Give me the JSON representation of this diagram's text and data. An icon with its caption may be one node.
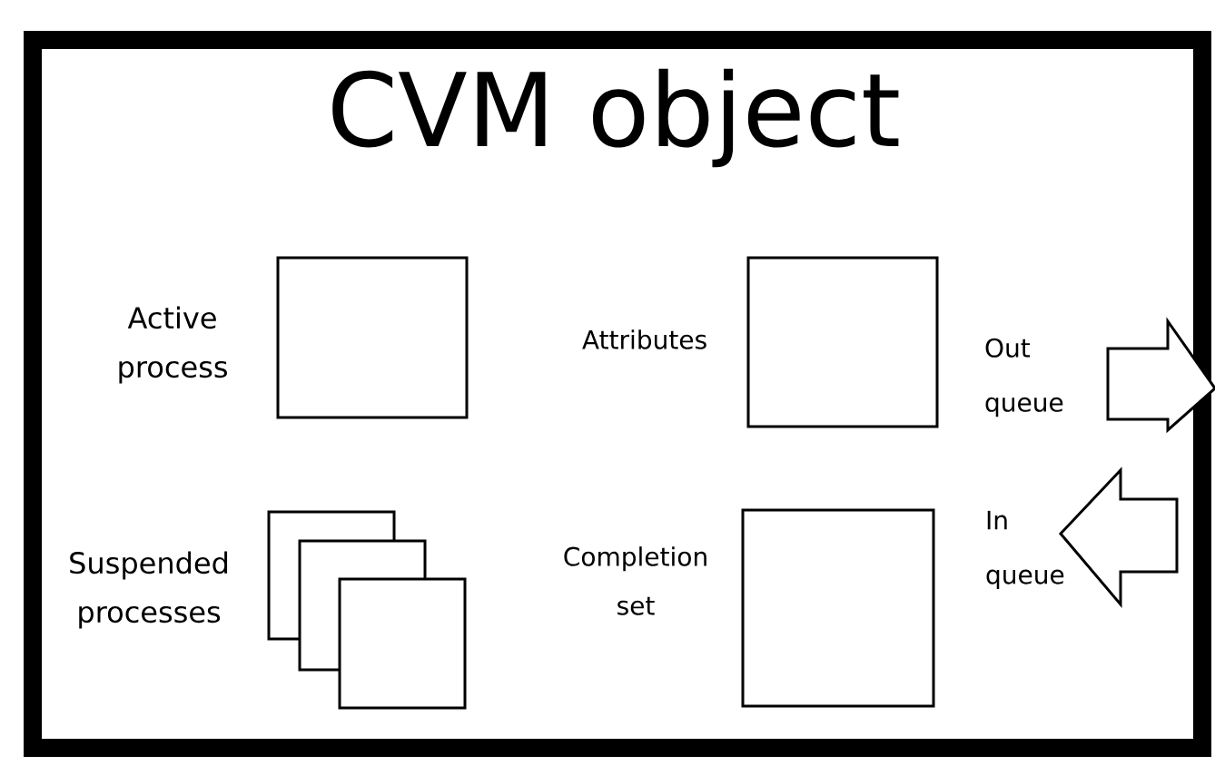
{
  "diagram": {
    "nodes": [
      {
        "text": [
          "CVM object"
        ]
      },
      {
        "text": [],
        "shape": "box",
        "beside": [
          "Active process"
        ],
        "in": 0
      },
      {
        "text": [],
        "shape": "box",
        "beside": [
          "Suspended processes"
        ],
        "in": 0
      },
      {
        "text": [],
        "shape": "box",
        "beside": [
          "Attributes"
        ],
        "in": 0
      },
      {
        "text": [],
        "shape": "box",
        "beside": [
          "Completion set"
        ],
        "in": 0
      }
    ],
    "labels": [
      "Out queue",
      "In queue"
    ]
  }
}
